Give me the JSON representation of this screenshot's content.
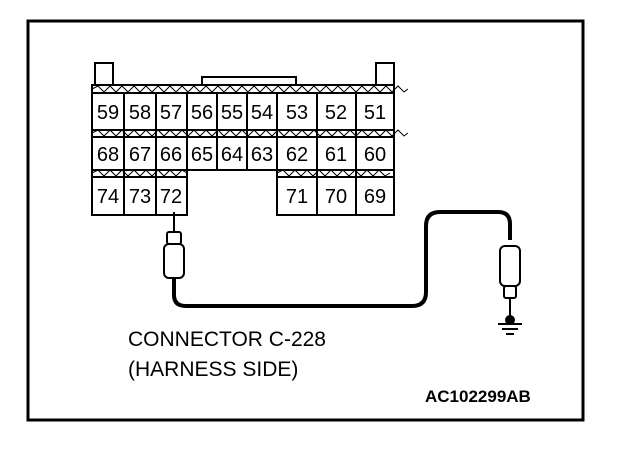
{
  "connector": {
    "label_line1": "CONNECTOR C-228",
    "label_line2": "(HARNESS SIDE)",
    "row1": [
      "59",
      "58",
      "57",
      "56",
      "55",
      "54",
      "53",
      "52",
      "51"
    ],
    "row2": [
      "68",
      "67",
      "66",
      "65",
      "64",
      "63",
      "62",
      "61",
      "60"
    ],
    "row3_left": [
      "74",
      "73",
      "72"
    ],
    "row3_right": [
      "71",
      "70",
      "69"
    ]
  },
  "figure_id": "AC102299AB",
  "probe_pin": "72",
  "ground_symbol": "ground-icon"
}
